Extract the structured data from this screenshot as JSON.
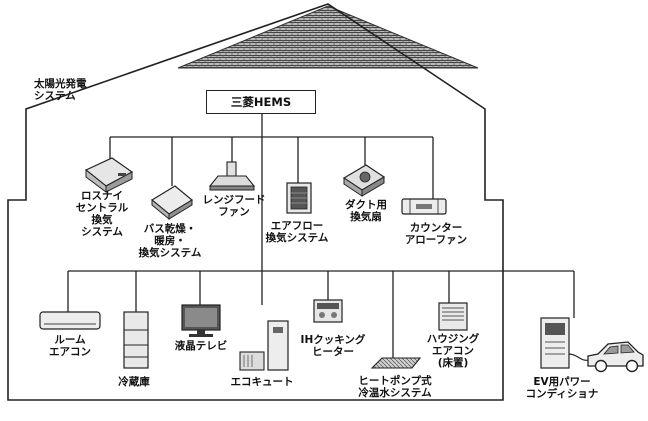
{
  "hems": "三菱HEMS",
  "solar": "太陽光発電\nシステム",
  "ventilation": [
    {
      "id": "losnay",
      "label": "ロスナイ\nセントラル\n換気\nシステム"
    },
    {
      "id": "bath-dryer",
      "label": "バス乾燥・\n暖房・\n換気システム"
    },
    {
      "id": "range-hood",
      "label": "レンジフード\nファン"
    },
    {
      "id": "airflow",
      "label": "エアフロー\n換気システム"
    },
    {
      "id": "duct-fan",
      "label": "ダクト用\n換気扇"
    },
    {
      "id": "counter-fan",
      "label": "カウンター\nアローファン"
    }
  ],
  "appliances": [
    {
      "id": "room-ac",
      "label": "ルーム\nエアコン"
    },
    {
      "id": "fridge",
      "label": "冷蔵庫"
    },
    {
      "id": "lcd-tv",
      "label": "液晶テレビ"
    },
    {
      "id": "ecocute",
      "label": "エコキュート"
    },
    {
      "id": "ih-cooking",
      "label": "IHクッキング\nヒーター"
    },
    {
      "id": "heat-pump-hot-water",
      "label": "ヒートポンプ式\n冷温水システム"
    },
    {
      "id": "housing-ac",
      "label": "ハウジング\nエアコン\n(床置)"
    },
    {
      "id": "ev-conditioner",
      "label": "EV用パワー\nコンディショナ"
    }
  ]
}
